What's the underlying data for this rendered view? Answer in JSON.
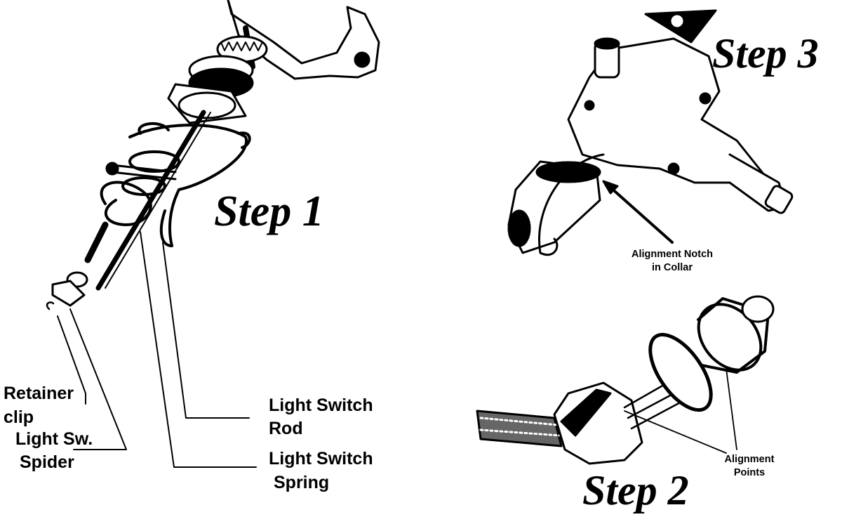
{
  "steps": {
    "step1": "Step 1",
    "step2": "Step 2",
    "step3": "Step 3"
  },
  "labels": {
    "retainer_clip": [
      "Retainer",
      "clip"
    ],
    "light_sw_spider": [
      "Light Sw.",
      "Spider"
    ],
    "light_switch_rod": [
      "Light Switch",
      "Rod"
    ],
    "light_switch_spring": [
      "Light Switch",
      "Spring"
    ],
    "alignment_notch": [
      "Alignment Notch",
      "in Collar"
    ],
    "alignment_points": [
      "Alignment",
      "Points"
    ]
  }
}
